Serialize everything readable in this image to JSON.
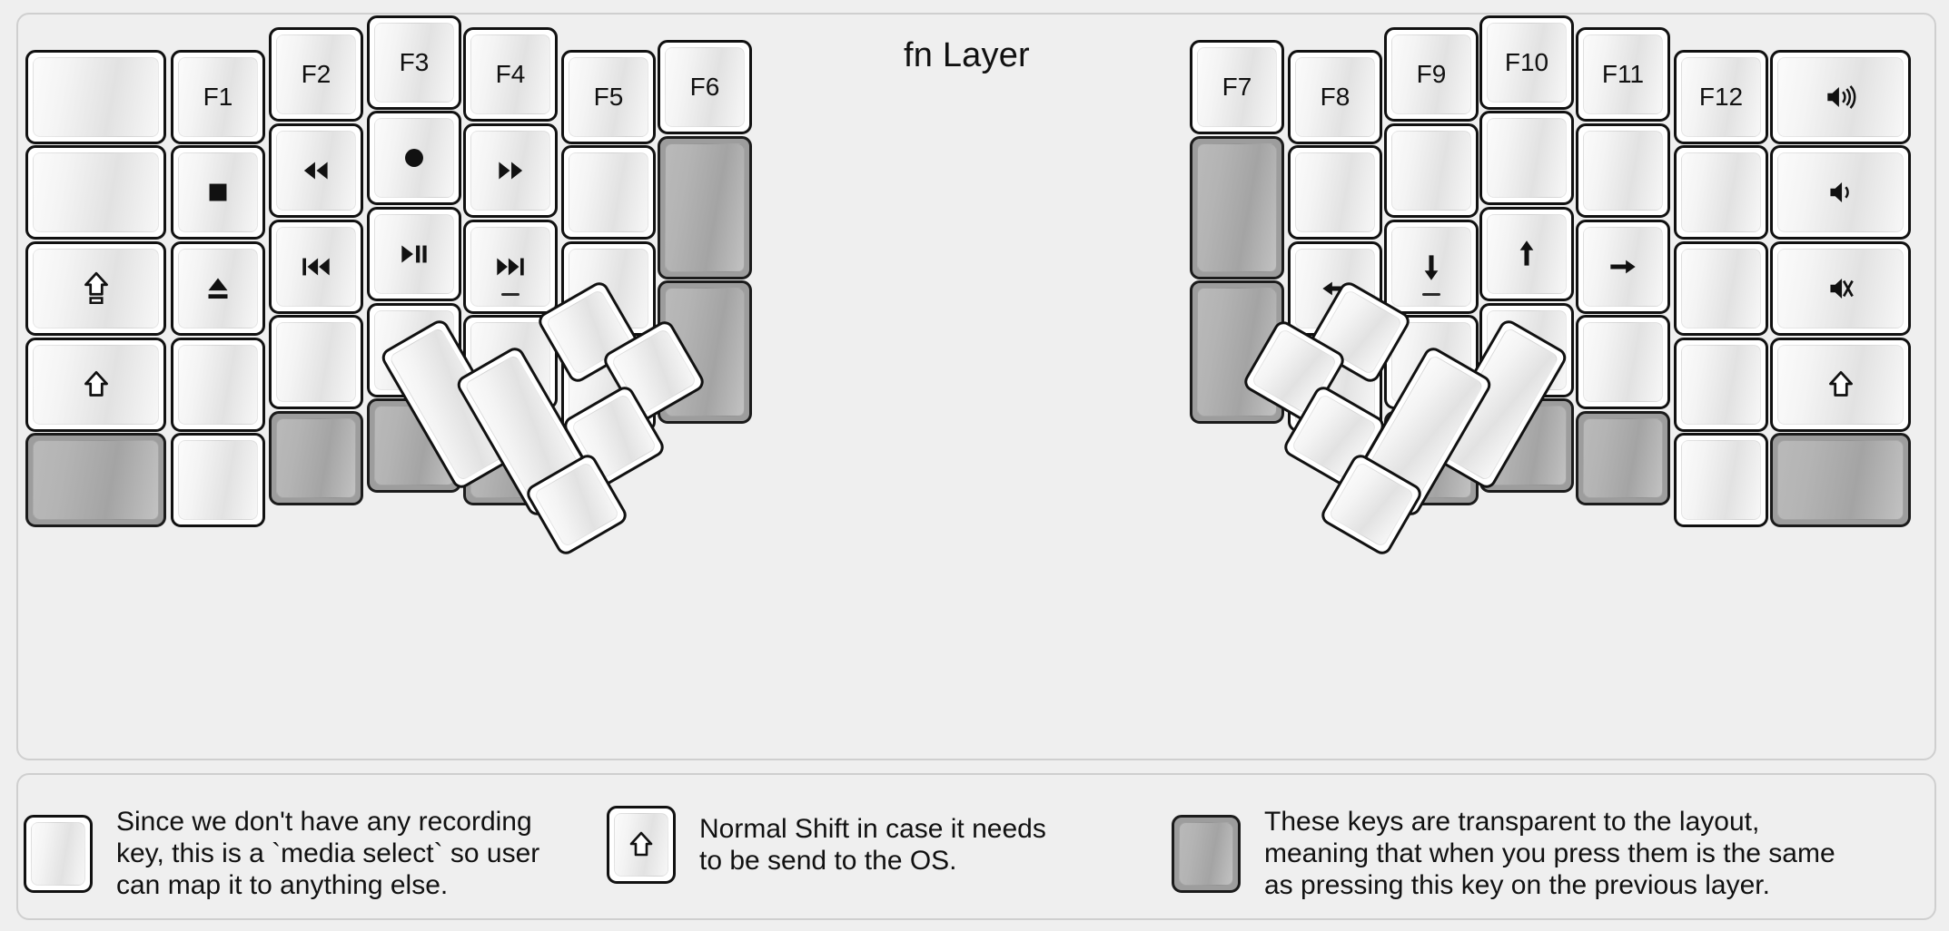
{
  "title": "fn Layer",
  "colors": {
    "background": "#efefef",
    "key_face": "#ffffff",
    "key_border": "#111111",
    "transparent_key": "#9d9d9d",
    "text": "#111111"
  },
  "legend": {
    "items": [
      {
        "key_icon": "record-circle-icon",
        "key_label": "",
        "transparent": false,
        "text": "Since we don't have any recording\nkey, this is a `media select` so user\ncan map it to anything else."
      },
      {
        "key_icon": "shift-arrow-icon",
        "key_label": "",
        "transparent": false,
        "text": "Normal Shift in case it needs\nto be send to the OS."
      },
      {
        "key_icon": "",
        "key_label": "",
        "transparent": true,
        "text": "These keys are transparent to the layout,\nmeaning that when you press them is the same\nas pressing this key on the previous layer."
      }
    ]
  },
  "left_half": {
    "columns": [
      {
        "name": "pinky-outer",
        "keys": [
          {
            "label": "",
            "icon": "",
            "transparent": false,
            "bump": false
          },
          {
            "label": "",
            "icon": "",
            "transparent": false,
            "bump": false
          },
          {
            "label": "",
            "icon": "caps-shift-icon",
            "transparent": false,
            "bump": false
          },
          {
            "label": "",
            "icon": "shift-arrow-icon",
            "transparent": false,
            "bump": false
          },
          {
            "label": "",
            "icon": "",
            "transparent": true,
            "bump": false
          }
        ]
      },
      {
        "name": "pinky",
        "keys": [
          {
            "label": "F1",
            "icon": "",
            "transparent": false,
            "bump": false
          },
          {
            "label": "",
            "icon": "media-stop-icon",
            "transparent": false,
            "bump": false
          },
          {
            "label": "",
            "icon": "media-eject-icon",
            "transparent": false,
            "bump": false
          },
          {
            "label": "",
            "icon": "",
            "transparent": false,
            "bump": false
          },
          {
            "label": "",
            "icon": "",
            "transparent": false,
            "bump": false
          }
        ]
      },
      {
        "name": "ring",
        "keys": [
          {
            "label": "F2",
            "icon": "",
            "transparent": false,
            "bump": false
          },
          {
            "label": "",
            "icon": "media-rewind-icon",
            "transparent": false,
            "bump": false
          },
          {
            "label": "",
            "icon": "media-prev-track-icon",
            "transparent": false,
            "bump": false
          },
          {
            "label": "",
            "icon": "",
            "transparent": false,
            "bump": false
          },
          {
            "label": "",
            "icon": "",
            "transparent": true,
            "bump": false
          }
        ]
      },
      {
        "name": "middle",
        "keys": [
          {
            "label": "F3",
            "icon": "",
            "transparent": false,
            "bump": false
          },
          {
            "label": "",
            "icon": "media-record-icon",
            "transparent": false,
            "bump": false
          },
          {
            "label": "",
            "icon": "media-play-pause-icon",
            "transparent": false,
            "bump": false
          },
          {
            "label": "",
            "icon": "",
            "transparent": false,
            "bump": false
          },
          {
            "label": "",
            "icon": "",
            "transparent": true,
            "bump": false
          }
        ]
      },
      {
        "name": "index",
        "keys": [
          {
            "label": "F4",
            "icon": "",
            "transparent": false,
            "bump": false
          },
          {
            "label": "",
            "icon": "media-fast-forward-icon",
            "transparent": false,
            "bump": false
          },
          {
            "label": "",
            "icon": "media-next-track-icon",
            "transparent": false,
            "bump": true
          },
          {
            "label": "",
            "icon": "",
            "transparent": false,
            "bump": false
          },
          {
            "label": "",
            "icon": "",
            "transparent": true,
            "bump": false
          }
        ]
      },
      {
        "name": "inner",
        "keys": [
          {
            "label": "F5",
            "icon": "",
            "transparent": false,
            "bump": false
          },
          {
            "label": "",
            "icon": "",
            "transparent": false,
            "bump": false
          },
          {
            "label": "",
            "icon": "",
            "transparent": false,
            "bump": false
          },
          {
            "label": "",
            "icon": "",
            "transparent": false,
            "bump": false
          }
        ]
      },
      {
        "name": "innermost",
        "keys": [
          {
            "label": "F6",
            "icon": "",
            "transparent": false,
            "bump": false
          },
          {
            "label": "",
            "icon": "",
            "transparent": true,
            "bump": false
          },
          {
            "label": "",
            "icon": "",
            "transparent": true,
            "bump": false
          }
        ]
      }
    ],
    "thumb_cluster": [
      {
        "label": "",
        "icon": "",
        "transparent": false
      },
      {
        "label": "",
        "icon": "",
        "transparent": false
      },
      {
        "label": "",
        "icon": "",
        "transparent": false
      },
      {
        "label": "",
        "icon": "",
        "transparent": false
      },
      {
        "label": "",
        "icon": "",
        "transparent": false
      },
      {
        "label": "",
        "icon": "",
        "transparent": false
      }
    ]
  },
  "right_half": {
    "columns": [
      {
        "name": "innermost",
        "keys": [
          {
            "label": "F7",
            "icon": "",
            "transparent": false,
            "bump": false
          },
          {
            "label": "",
            "icon": "",
            "transparent": true,
            "bump": false
          },
          {
            "label": "",
            "icon": "",
            "transparent": true,
            "bump": false
          }
        ]
      },
      {
        "name": "inner",
        "keys": [
          {
            "label": "F8",
            "icon": "",
            "transparent": false,
            "bump": false
          },
          {
            "label": "",
            "icon": "",
            "transparent": false,
            "bump": false
          },
          {
            "label": "",
            "icon": "arrow-left-icon",
            "transparent": false,
            "bump": false
          },
          {
            "label": "",
            "icon": "",
            "transparent": false,
            "bump": false
          }
        ]
      },
      {
        "name": "index",
        "keys": [
          {
            "label": "F9",
            "icon": "",
            "transparent": false,
            "bump": false
          },
          {
            "label": "",
            "icon": "",
            "transparent": false,
            "bump": false
          },
          {
            "label": "",
            "icon": "arrow-down-icon",
            "transparent": false,
            "bump": true
          },
          {
            "label": "",
            "icon": "",
            "transparent": false,
            "bump": false
          },
          {
            "label": "",
            "icon": "",
            "transparent": true,
            "bump": false
          }
        ]
      },
      {
        "name": "middle",
        "keys": [
          {
            "label": "F10",
            "icon": "",
            "transparent": false,
            "bump": false
          },
          {
            "label": "",
            "icon": "",
            "transparent": false,
            "bump": false
          },
          {
            "label": "",
            "icon": "arrow-up-icon",
            "transparent": false,
            "bump": false
          },
          {
            "label": "",
            "icon": "",
            "transparent": false,
            "bump": false
          },
          {
            "label": "",
            "icon": "",
            "transparent": true,
            "bump": false
          }
        ]
      },
      {
        "name": "ring",
        "keys": [
          {
            "label": "F11",
            "icon": "",
            "transparent": false,
            "bump": false
          },
          {
            "label": "",
            "icon": "",
            "transparent": false,
            "bump": false
          },
          {
            "label": "",
            "icon": "arrow-right-icon",
            "transparent": false,
            "bump": false
          },
          {
            "label": "",
            "icon": "",
            "transparent": false,
            "bump": false
          },
          {
            "label": "",
            "icon": "",
            "transparent": true,
            "bump": false
          }
        ]
      },
      {
        "name": "pinky",
        "keys": [
          {
            "label": "F12",
            "icon": "",
            "transparent": false,
            "bump": false
          },
          {
            "label": "",
            "icon": "",
            "transparent": false,
            "bump": false
          },
          {
            "label": "",
            "icon": "",
            "transparent": false,
            "bump": false
          },
          {
            "label": "",
            "icon": "",
            "transparent": false,
            "bump": false
          },
          {
            "label": "",
            "icon": "",
            "transparent": false,
            "bump": false
          }
        ]
      },
      {
        "name": "pinky-outer",
        "keys": [
          {
            "label": "",
            "icon": "volume-up-icon",
            "transparent": false,
            "bump": false
          },
          {
            "label": "",
            "icon": "volume-down-icon",
            "transparent": false,
            "bump": false
          },
          {
            "label": "",
            "icon": "volume-mute-icon",
            "transparent": false,
            "bump": false
          },
          {
            "label": "",
            "icon": "shift-arrow-icon",
            "transparent": false,
            "bump": false
          },
          {
            "label": "",
            "icon": "",
            "transparent": true,
            "bump": false
          }
        ]
      }
    ],
    "thumb_cluster": [
      {
        "label": "",
        "icon": "",
        "transparent": false
      },
      {
        "label": "",
        "icon": "",
        "transparent": false
      },
      {
        "label": "",
        "icon": "",
        "transparent": false
      },
      {
        "label": "",
        "icon": "",
        "transparent": false
      },
      {
        "label": "",
        "icon": "",
        "transparent": false
      },
      {
        "label": "",
        "icon": "",
        "transparent": false
      }
    ]
  }
}
